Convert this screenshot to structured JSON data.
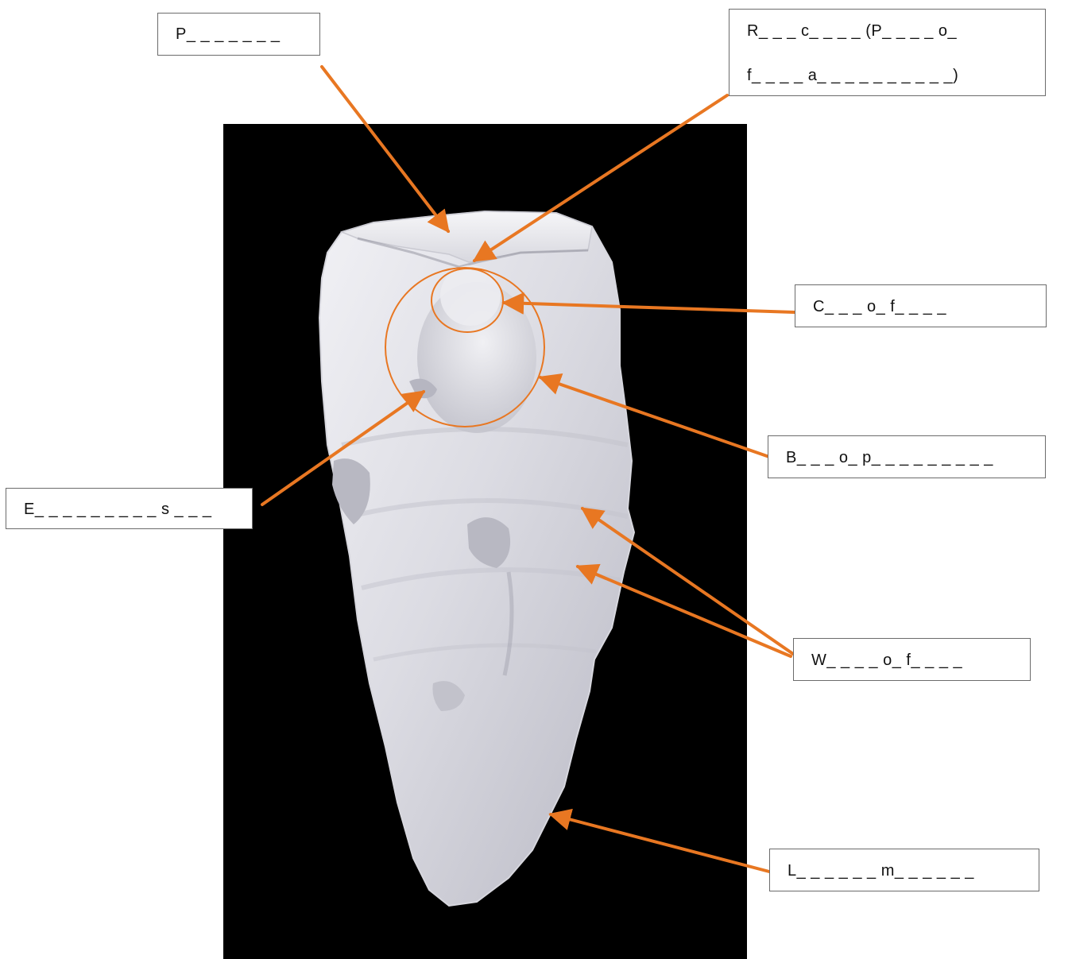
{
  "colors": {
    "background": "#ffffff",
    "photo_background": "#000000",
    "accent": "#E87722",
    "artifact_light": "#e9e9ee",
    "artifact_shadow": "#a9a9b4",
    "box_border": "#6b6b6b"
  },
  "labels": {
    "platform": {
      "line1": "P_ _ _ _ _ _ _"
    },
    "ring_crack": {
      "line1": "R_ _ _ c_ _ _ _ (P_ _ _ _ o_",
      "line2": "f_ _ _ _ a_ _ _ _ _ _ _ _ _ _)"
    },
    "cone": {
      "line1": "C_ _ _ o_ f_ _ _ _"
    },
    "bulb": {
      "line1": "B_ _ _ o_ p_ _ _ _ _ _ _ _ _"
    },
    "eraillure": {
      "line1": "E_ _ _ _ _ _ _ _ _ s _ _ _"
    },
    "waves": {
      "line1": "W_ _ _ _ o_ f_ _ _ _"
    },
    "lateral": {
      "line1": "L_ _ _ _ _ _ m_ _ _ _ _ _"
    }
  }
}
